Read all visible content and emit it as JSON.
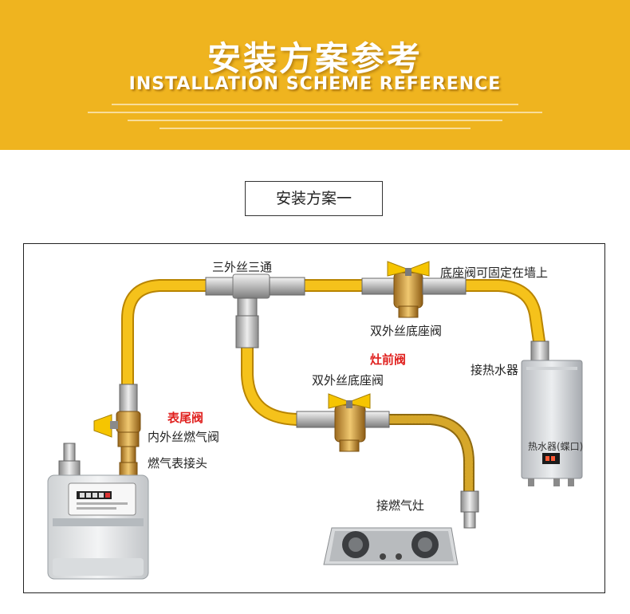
{
  "header": {
    "title": "安装方案参考",
    "subtitle": "INSTALLATION SCHEME REFERENCE"
  },
  "scheme": {
    "title": "安装方案一"
  },
  "labels": {
    "tee": "三外丝三通",
    "wall_note": "底座阀可固定在墙上",
    "double_valve_top": "双外丝底座阀",
    "stove_valve_title": "灶前阀",
    "double_valve_mid": "双外丝底座阀",
    "heater_connect": "接热水器",
    "tail_valve_title": "表尾阀",
    "tail_valve": "内外丝燃气阀",
    "meter_connector": "燃气表接头",
    "stove_connect": "接燃气灶",
    "heater_name": "热水器(蝶口)"
  },
  "colors": {
    "banner": "#efb41f",
    "hose": "#f5c21b",
    "accent_red": "#e0201e"
  },
  "icons": {
    "meter": "gas-meter-icon",
    "stove": "gas-stove-icon",
    "heater": "water-heater-icon",
    "valve": "ball-valve-icon"
  }
}
